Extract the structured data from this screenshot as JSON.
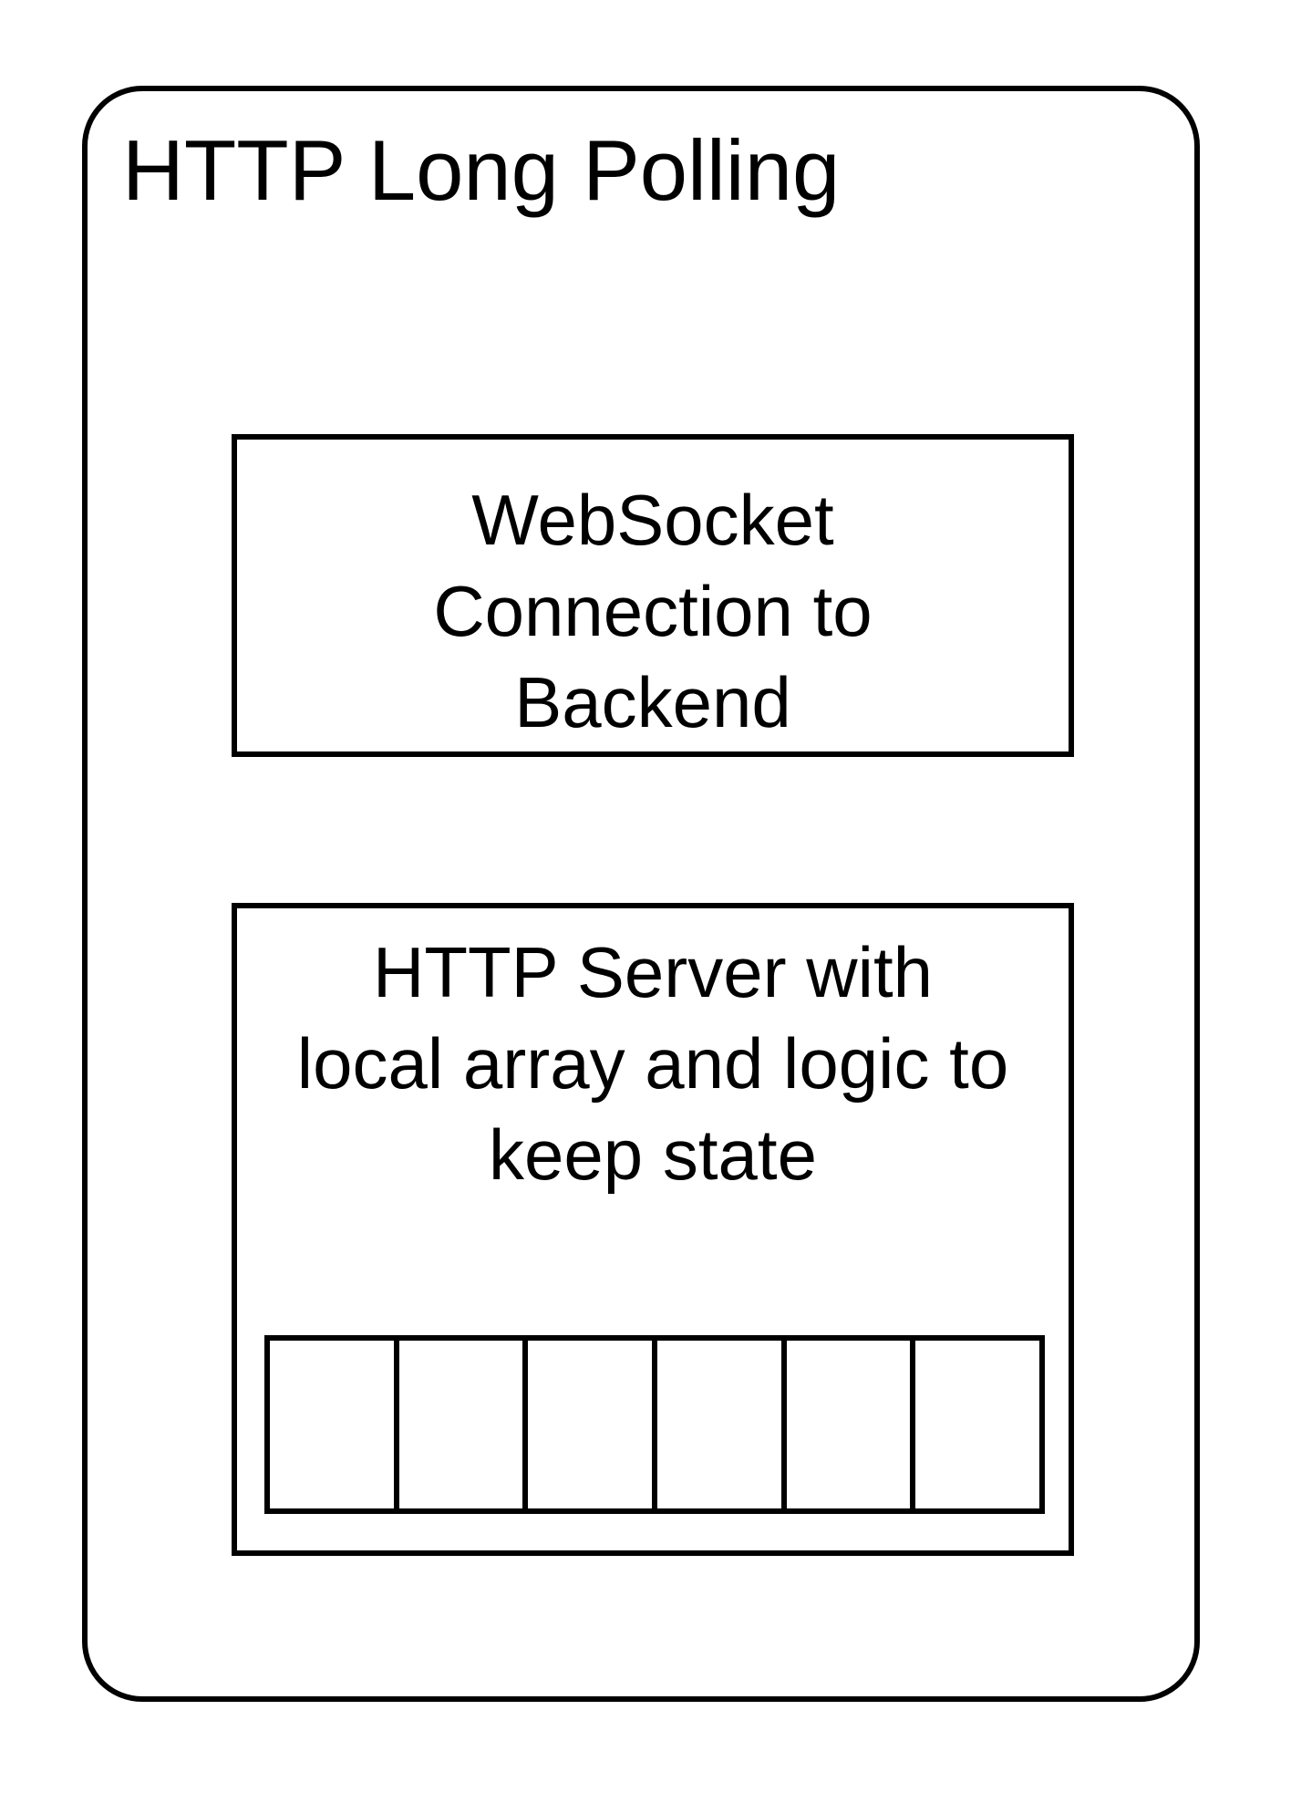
{
  "diagram": {
    "container": {
      "title": "HTTP Long Polling"
    },
    "websocket_box": {
      "lines": [
        "WebSocket",
        "Connection to",
        "Backend"
      ]
    },
    "http_server_box": {
      "lines": [
        "HTTP Server with",
        "local array and logic to",
        "keep state"
      ],
      "array_cell_count": 6
    }
  }
}
